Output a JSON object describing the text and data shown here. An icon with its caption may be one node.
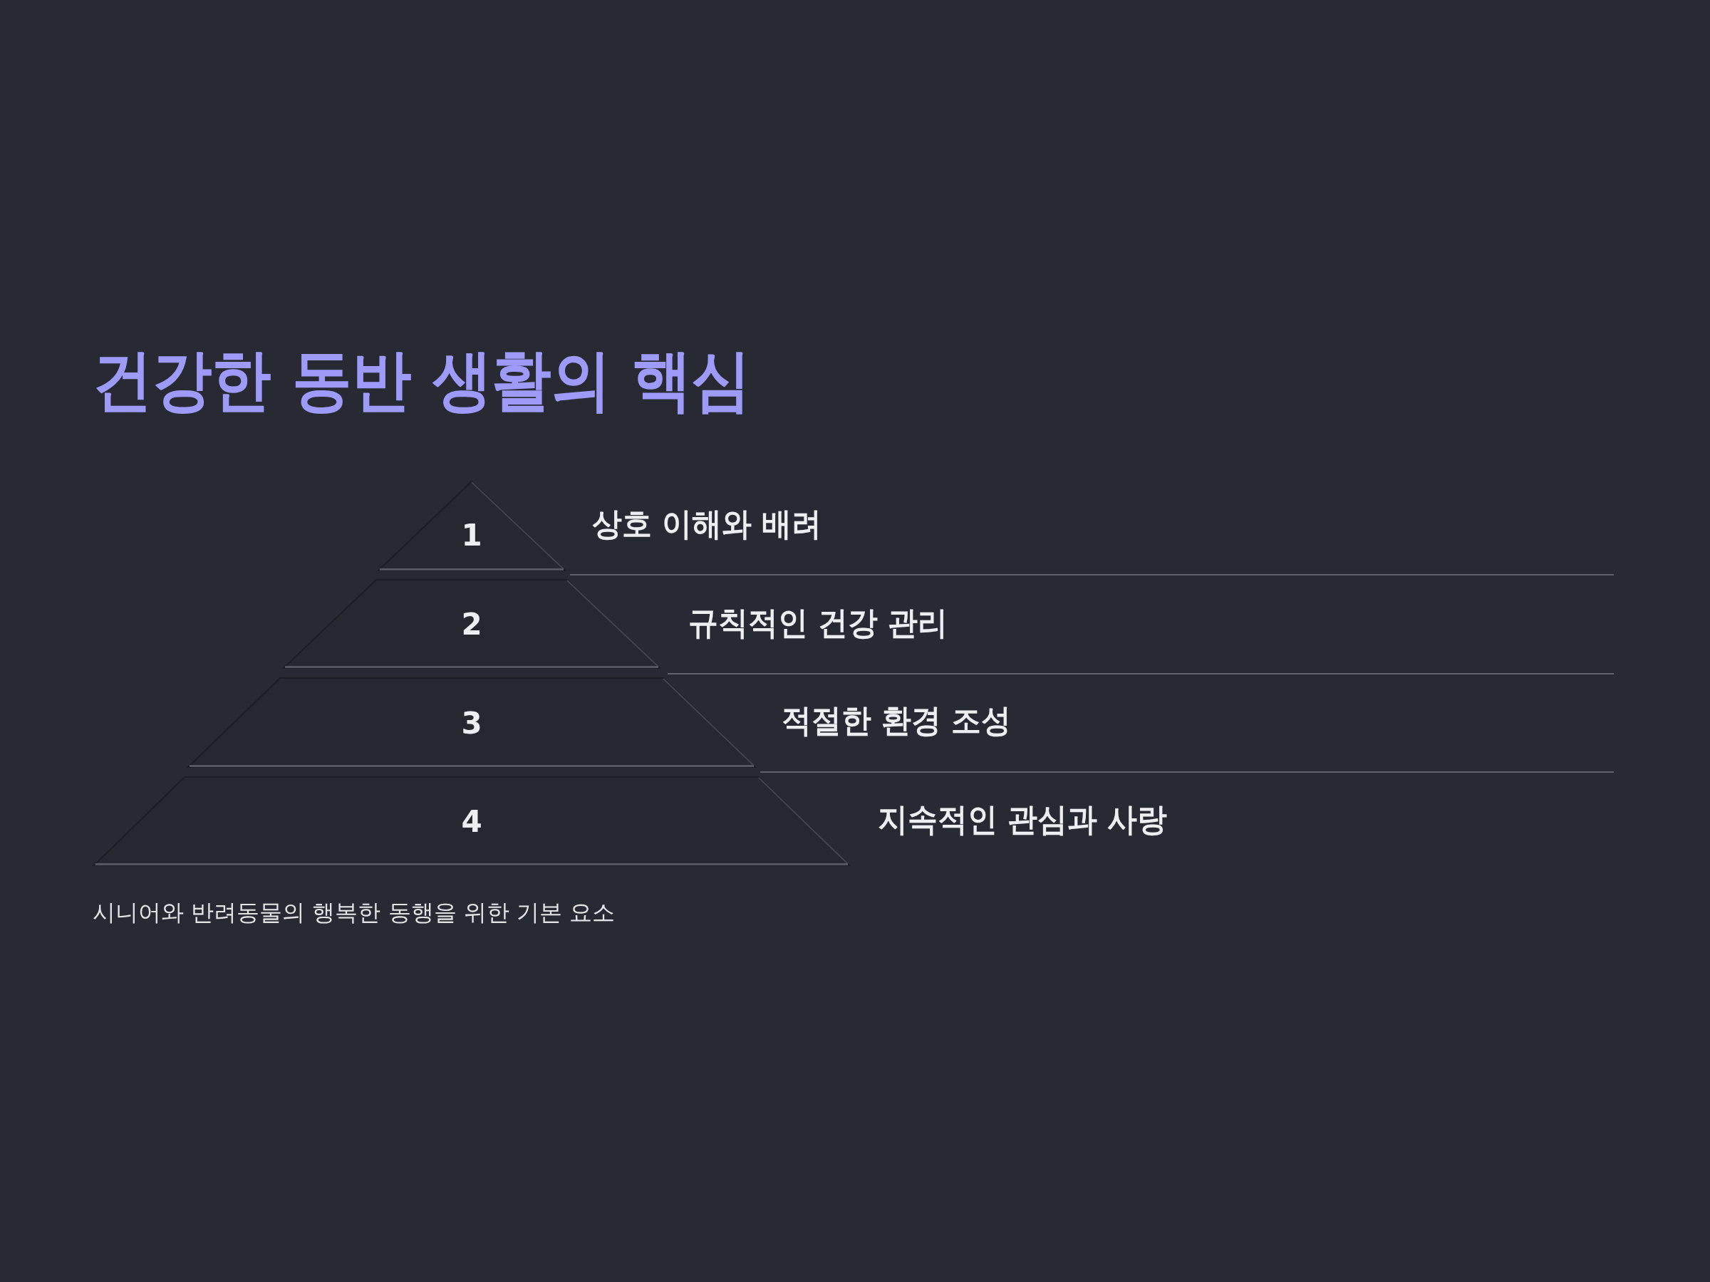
{
  "diagram": {
    "title": "건강한 동반 생활의 핵심",
    "caption": "시니어와 반려동물의 행복한 동행을 위한 기본 요소",
    "nodes": [
      {
        "text": [
          "1"
        ],
        "beside": [
          "상호 이해와 배려"
        ]
      },
      {
        "text": [
          "2"
        ],
        "beside": [
          "규칙적인 건강 관리"
        ]
      },
      {
        "text": [
          "3"
        ],
        "beside": [
          "적절한 환경 조성"
        ]
      },
      {
        "text": [
          "4"
        ],
        "beside": [
          "지속적인 관심과 사랑"
        ]
      }
    ]
  }
}
